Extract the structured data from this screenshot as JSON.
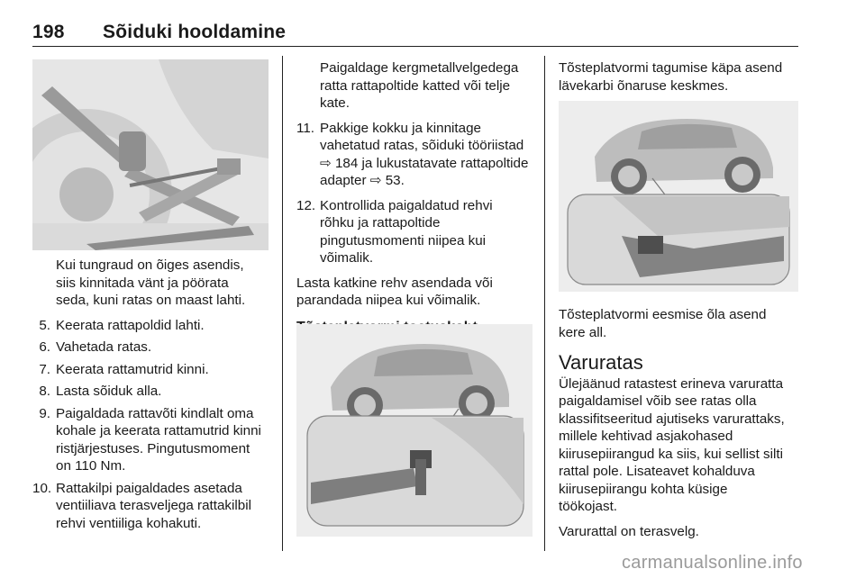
{
  "header": {
    "page_number": "198",
    "section_title": "Sõiduki hooldamine"
  },
  "col1": {
    "intro": [
      "Kui tungraud on õiges asendis,",
      "siis kinnitada vänt ja pöörata",
      "seda, kuni ratas on maast lahti."
    ],
    "steps": [
      {
        "n": "5.",
        "lines": [
          "Keerata rattapoldid lahti."
        ]
      },
      {
        "n": "6.",
        "lines": [
          "Vahetada ratas."
        ]
      },
      {
        "n": "7.",
        "lines": [
          "Keerata rattamutrid kinni."
        ]
      },
      {
        "n": "8.",
        "lines": [
          "Lasta sõiduk alla."
        ]
      },
      {
        "n": "9.",
        "lines": [
          "Paigaldada rattavõti kindlalt oma",
          "kohale ja keerata rattamutrid kinni",
          "ristjärjestuses. Pingutusmoment",
          "on 110 Nm."
        ]
      },
      {
        "n": "10.",
        "lines": [
          "Rattakilpi paigaldades asetada",
          "ventiiliava terasveljega rattakilbil",
          "rehvi ventiiliga kohakuti."
        ]
      }
    ]
  },
  "col2": {
    "cont_lines": [
      "Paigaldage kergmetallvelgedega",
      "ratta rattapoltide katted või telje",
      "kate."
    ],
    "step11": {
      "n": "11.",
      "l1": "Pakkige kokku ja kinnitage",
      "l2": "vahetatud ratas, sõiduki tööriistad",
      "l3_ref": "184",
      "l3_text": " ja lukustatavate rattapoltide",
      "l4_pre": "adapter ",
      "l4_ref": "53",
      "l4_post": "."
    },
    "step12": {
      "n": "12.",
      "lines": [
        "Kontrollida paigaldatud rehvi",
        "rõhku ja rattapoltide",
        "pingutusmomenti niipea kui",
        "võimalik."
      ]
    },
    "para_lines": [
      "Lasta katkine rehv asendada või",
      "parandada niipea kui võimalik."
    ],
    "subheading": "Tõsteplatvormi toetuskoht"
  },
  "col3": {
    "p1_lines": [
      "Tõsteplatvormi tagumise käpa asend",
      "lävekarbi õnaruse keskmes."
    ],
    "p2_lines": [
      "Tõsteplatvormi eesmise õla asend",
      "kere all."
    ],
    "heading": "Varuratas",
    "p3_lines": [
      "Ülejäänud ratastest erineva varuratta",
      "paigaldamisel võib see ratas olla",
      "klassifitseeritud ajutiseks varurattaks,",
      "millele kehtivad asjakohased",
      "kiirusepiirangud ka siis, kui sellist silti",
      "rattal pole. Lisateavet kohalduva",
      "kiirusepiirangu kohta küsige",
      "töökojast."
    ],
    "p4": "Varurattal on terasvelg."
  },
  "ref_icon": "⇨",
  "watermark": "carmanualsonline.info"
}
